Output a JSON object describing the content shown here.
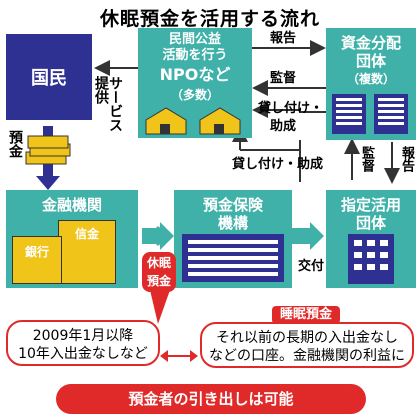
{
  "title": "休眠預金を活用する流れ",
  "nodes": {
    "kokumin": "国民",
    "npo_line1": "民間公益",
    "npo_line2": "活動を行う",
    "npo_line3": "NPOなど",
    "npo_note": "（多数）",
    "shikin_line1": "資金分配",
    "shikin_line2": "団体",
    "shikin_note": "（複数）",
    "kinyu": "金融機関",
    "shinkin": "信金",
    "ginko": "銀行",
    "hoken_line1": "預金保険",
    "hoken_line2": "機構",
    "shitei_line1": "指定活用",
    "shitei_line2": "団体"
  },
  "arrow_labels": {
    "hokoku_top": "報告",
    "kansa_top": "監督",
    "kashitsuke_line1": "貸し付け・",
    "kashitsuke_line2": "助成",
    "kashitsuke_mid": "貸し付け・助成",
    "kansa_right": "監督",
    "hokoku_right": "報告",
    "service_col1": "サービス",
    "service_col2": "提供",
    "yokin": "預金",
    "kofu": "交付"
  },
  "kyumin_tag": {
    "line1": "休眠",
    "line2": "預金"
  },
  "callout_left": {
    "line1": "2009年1月以降",
    "line2": "10年入出金なしなど"
  },
  "suimin_tag": "睡眠預金",
  "callout_right": {
    "line1": "それ以前の長期の入出金なし",
    "line2": "などの口座。金融機関の利益に"
  },
  "bottom_note": "預金者の引き出しは可能",
  "colors": {
    "navy": "#2f3192",
    "teal": "#3fb1a9",
    "red": "#e02a2a",
    "coin": "#f0c419"
  }
}
